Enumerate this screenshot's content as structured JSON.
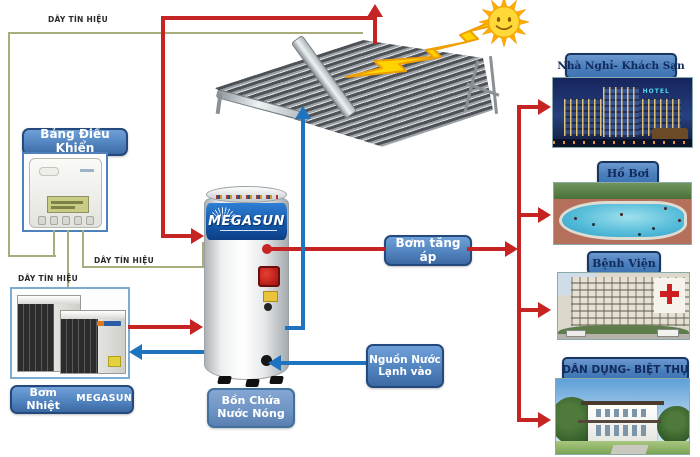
{
  "labels": {
    "signal_wire": "DÂY TÍN HIỆU",
    "control_panel": "Bảng Điều Khiển",
    "heat_pump": "Bơm Nhiệt",
    "heat_pump_brand": "MEGASUN",
    "tank_line1": "Bồn Chứa",
    "tank_line2": "Nước Nóng",
    "tank_brand": "MEGASUN",
    "booster_pump": "Bơm tăng áp",
    "cold_water_line1": "Nguồn Nước",
    "cold_water_line2": "Lạnh  vào",
    "hotel_sign": "HOTEL"
  },
  "destinations": [
    {
      "id": "hotel",
      "label": "Nhà Nghỉ- Khách Sạn"
    },
    {
      "id": "pool",
      "label": "Hồ Bơi"
    },
    {
      "id": "hospital",
      "label": "Bệnh Viện"
    },
    {
      "id": "villa",
      "label": "DÂN DỤNG- BIỆT THỰ"
    }
  ],
  "colors": {
    "hot_water_line": "#c62323",
    "cold_water_line": "#1f74c0",
    "signal_line": "#a9ad7c",
    "label_fill": "#4f81bd",
    "label_border": "#24497c",
    "label_text": "#ffffff",
    "dest_label_fill": "#4a7ebb",
    "dest_label_text": "#122a5c"
  }
}
